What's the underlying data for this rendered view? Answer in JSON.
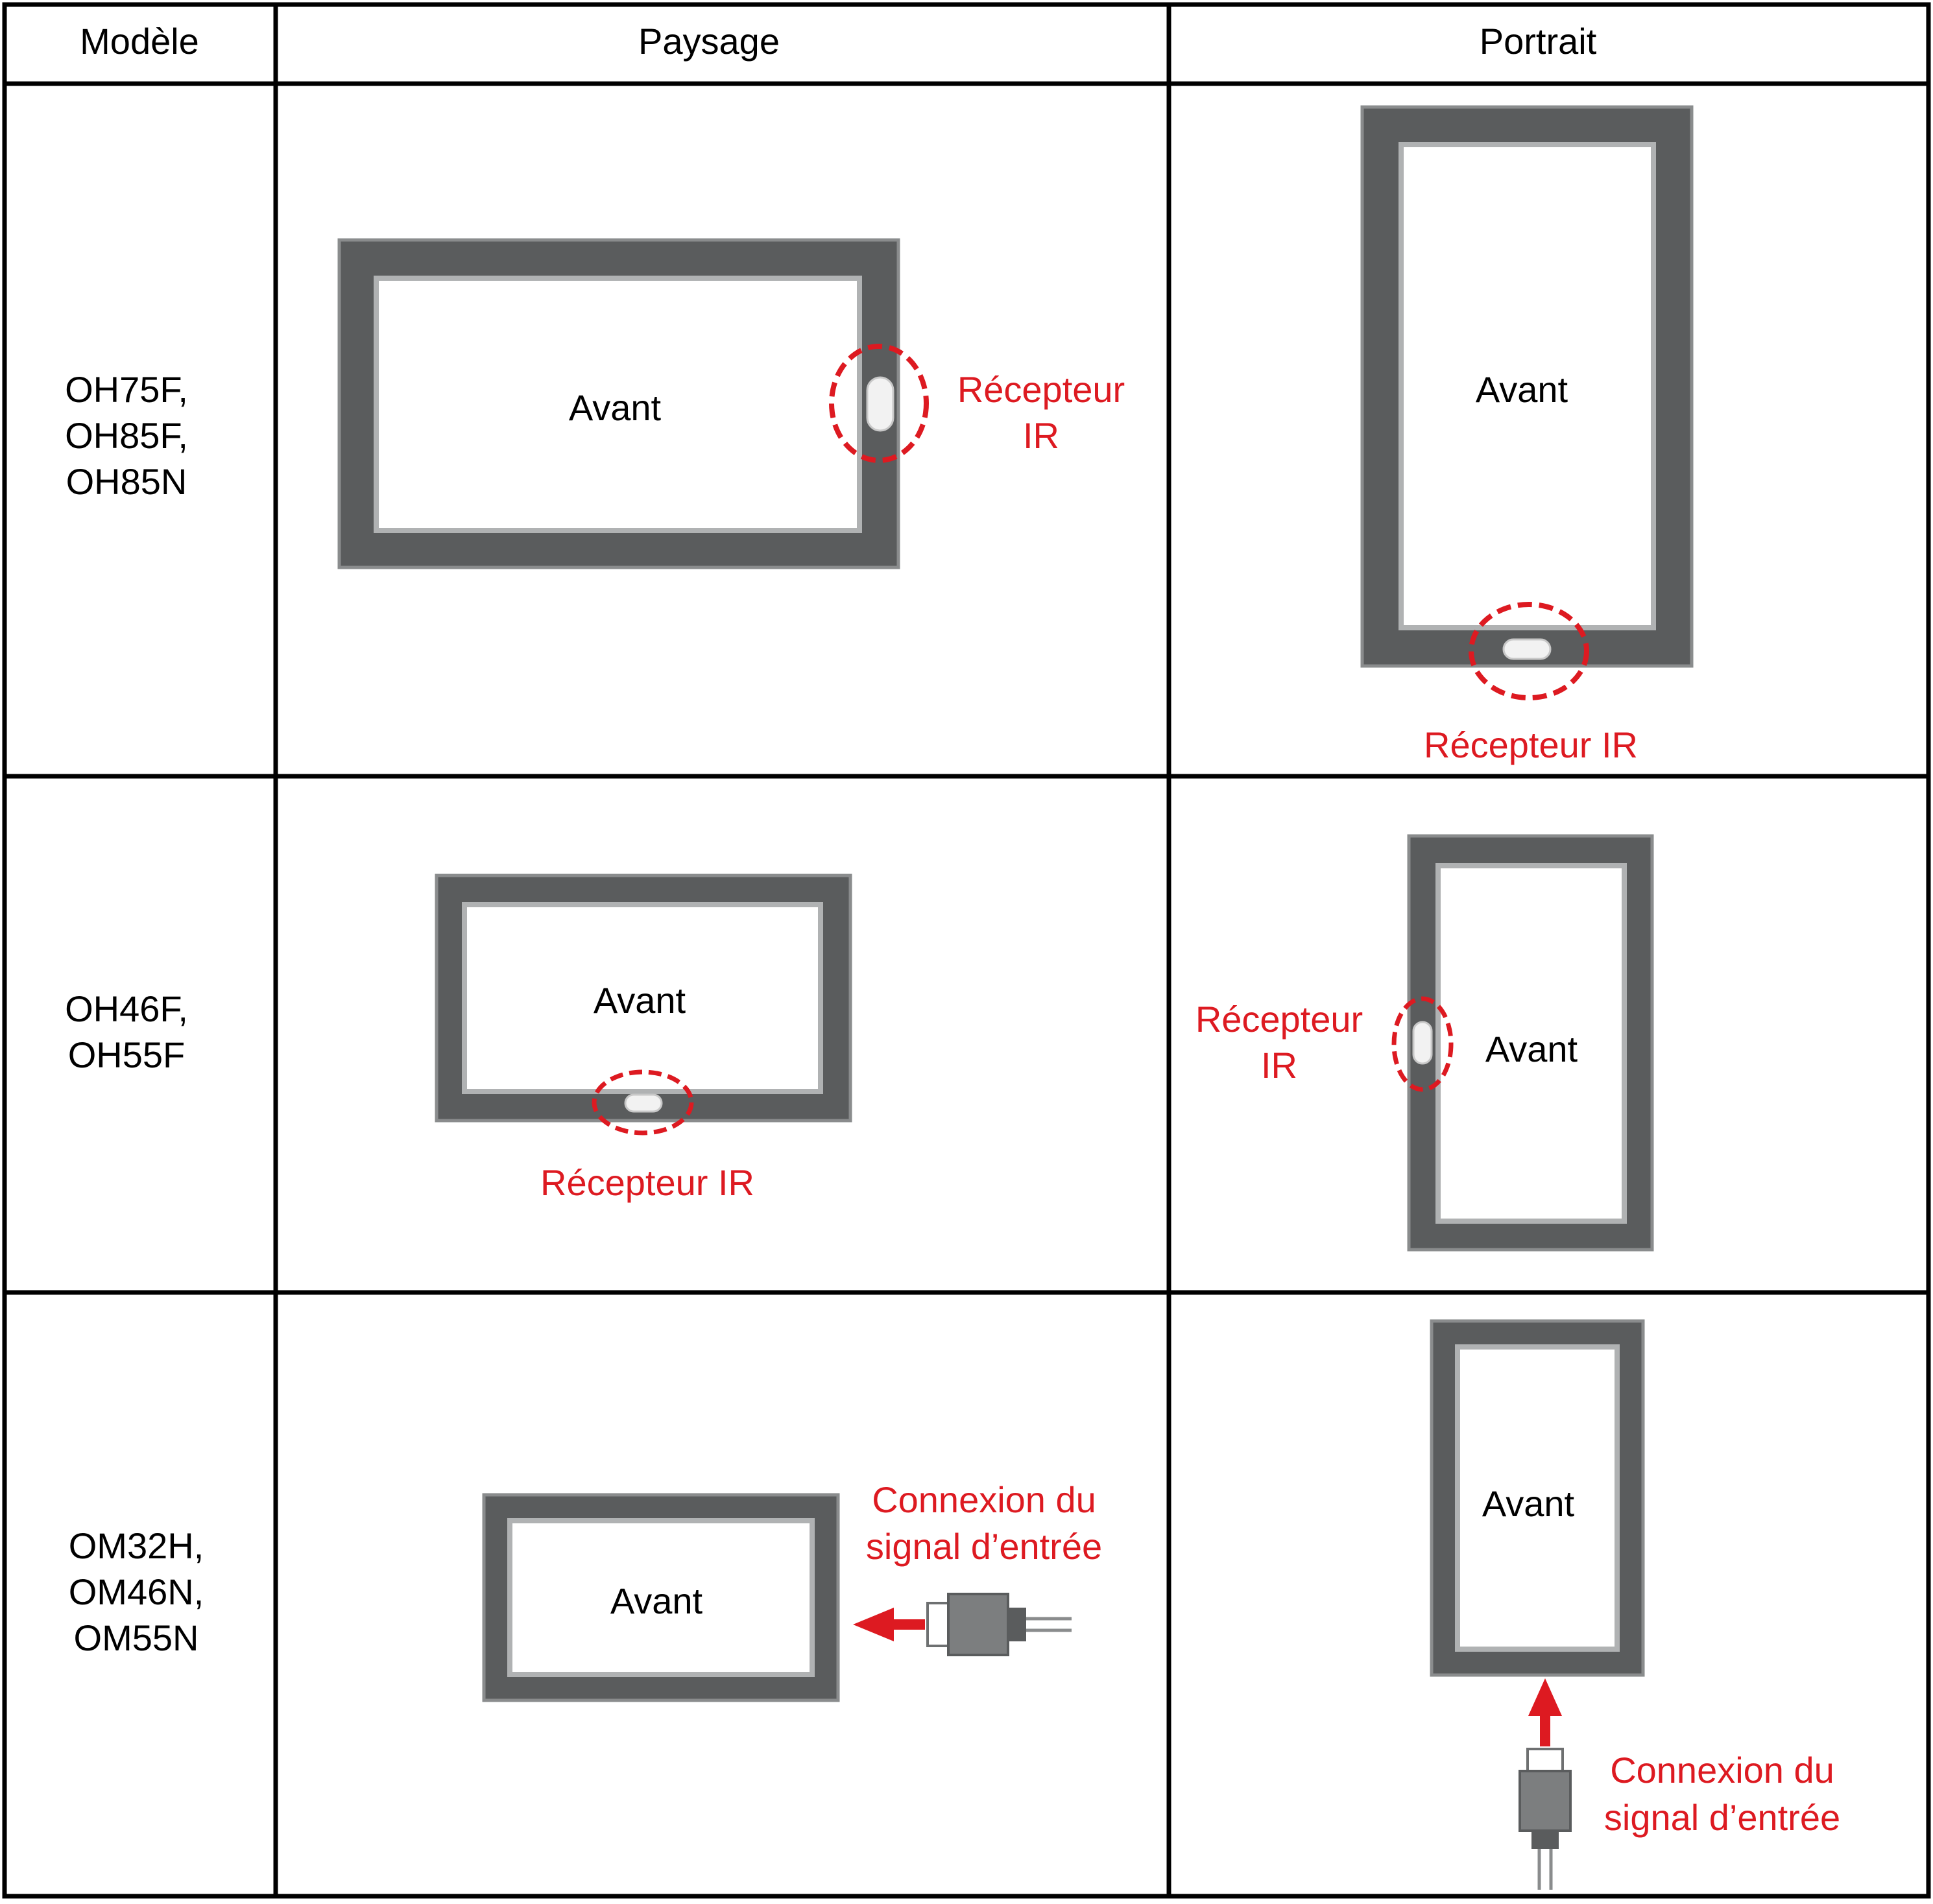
{
  "header": {
    "model": "Modèle",
    "landscape": "Paysage",
    "portrait": "Portrait"
  },
  "rows": [
    {
      "models": [
        "OH75F,",
        "OH85F,",
        "OH85N"
      ],
      "landscape": {
        "front": "Avant",
        "callout": [
          "Récepteur",
          "IR"
        ]
      },
      "portrait": {
        "front": "Avant",
        "callout": [
          "Récepteur IR"
        ]
      }
    },
    {
      "models": [
        "OH46F,",
        "OH55F"
      ],
      "landscape": {
        "front": "Avant",
        "callout": [
          "Récepteur IR"
        ]
      },
      "portrait": {
        "front": "Avant",
        "callout": [
          "Récepteur",
          "IR"
        ]
      }
    },
    {
      "models": [
        "OM32H,",
        "OM46N,",
        "OM55N"
      ],
      "landscape": {
        "front": "Avant",
        "callout": [
          "Connexion du",
          "signal d’entrée"
        ]
      },
      "portrait": {
        "front": "Avant",
        "callout": [
          "Connexion du",
          "signal d’entrée"
        ]
      }
    }
  ],
  "colors": {
    "bezel": "#5a5c5d",
    "bezel_edge": "#8a8c8d",
    "screen": "#ffffff",
    "accent": "#dd1a21",
    "grid": "#000000"
  }
}
